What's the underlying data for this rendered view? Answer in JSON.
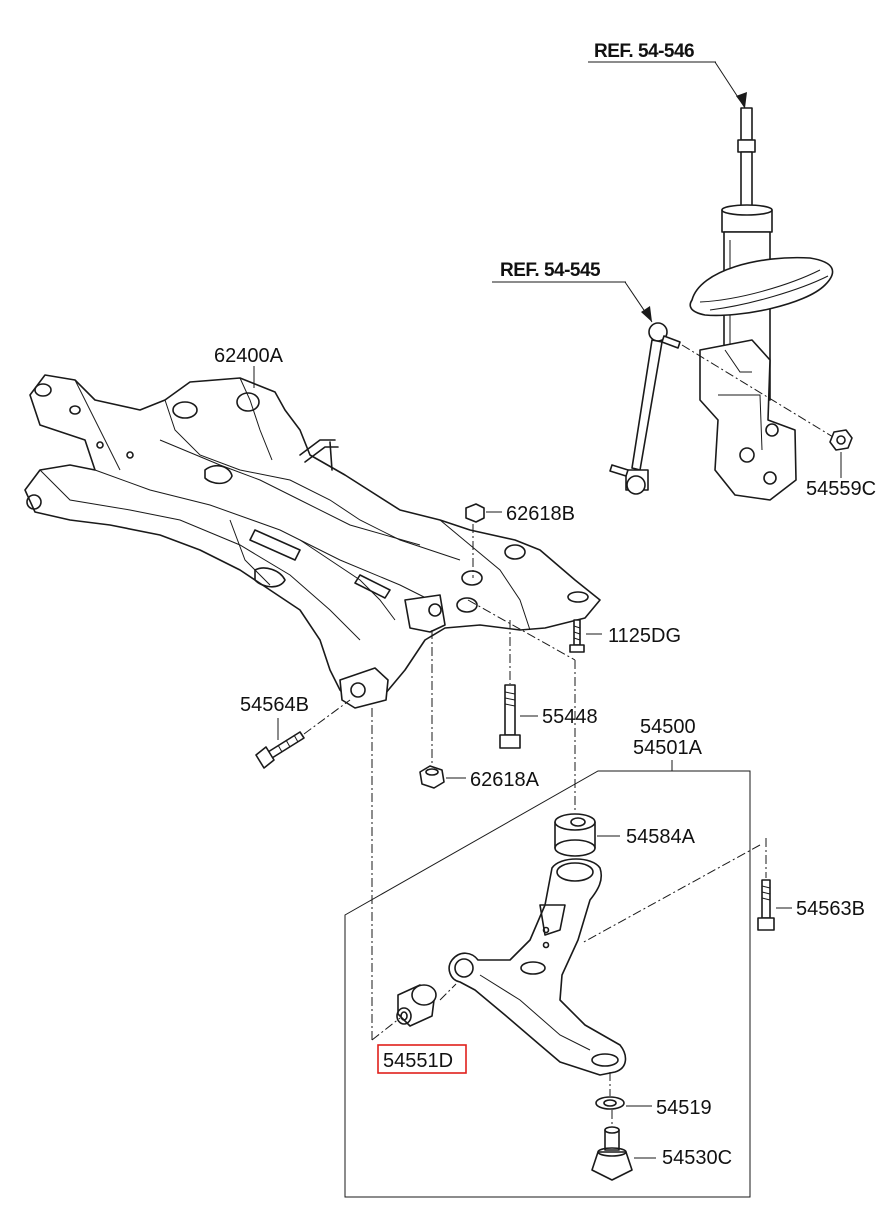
{
  "references": {
    "strut": "REF. 54-546",
    "stabilizer_link": "REF. 54-545"
  },
  "labels": {
    "crossmember": "62400A",
    "nut_upper": "62618B",
    "bolt_small": "1125DG",
    "bolt_left": "54564B",
    "bolt_mid": "55448",
    "nut_lower": "62618A",
    "arm_assy_1": "54500",
    "arm_assy_2": "54501A",
    "bush_g": "54584A",
    "bolt_right": "54563B",
    "bush_front": "54551D",
    "clip": "54519",
    "ball_joint": "54530C",
    "nut_strut": "54559C"
  },
  "highlight": {
    "part": "54551D",
    "color": "#e0201c"
  }
}
